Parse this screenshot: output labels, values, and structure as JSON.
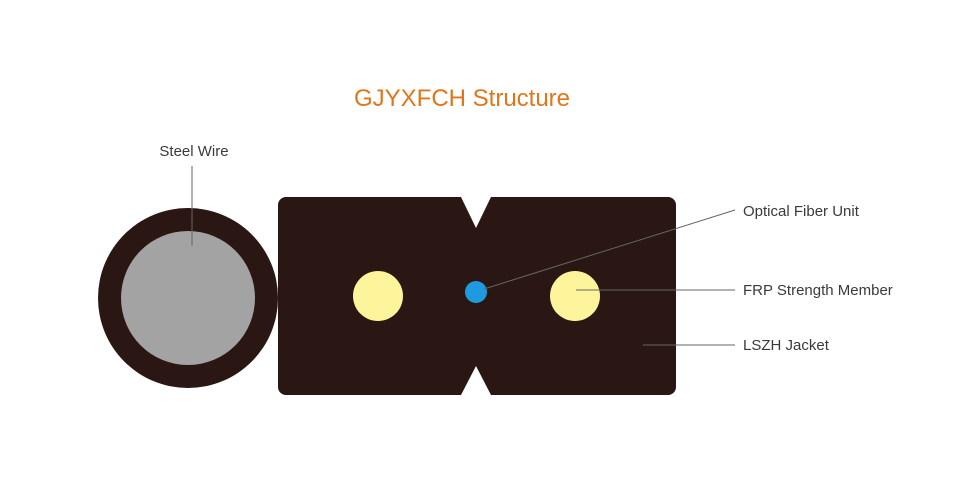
{
  "title": "GJYXFCH Structure",
  "labels": {
    "steel_wire": "Steel Wire",
    "optical_fiber_unit": "Optical Fiber Unit",
    "frp_strength_member": "FRP Strength Member",
    "lszh_jacket": "LSZH Jacket"
  },
  "colors": {
    "title": "#e0761b",
    "label_text": "#3a3a3a",
    "leader_line": "#666666",
    "jacket": "#2a1612",
    "steel_wire": "#a2a3a2",
    "frp_member": "#fdf49c",
    "optical_fiber": "#1e9ae0",
    "notch": "#ffffff"
  }
}
